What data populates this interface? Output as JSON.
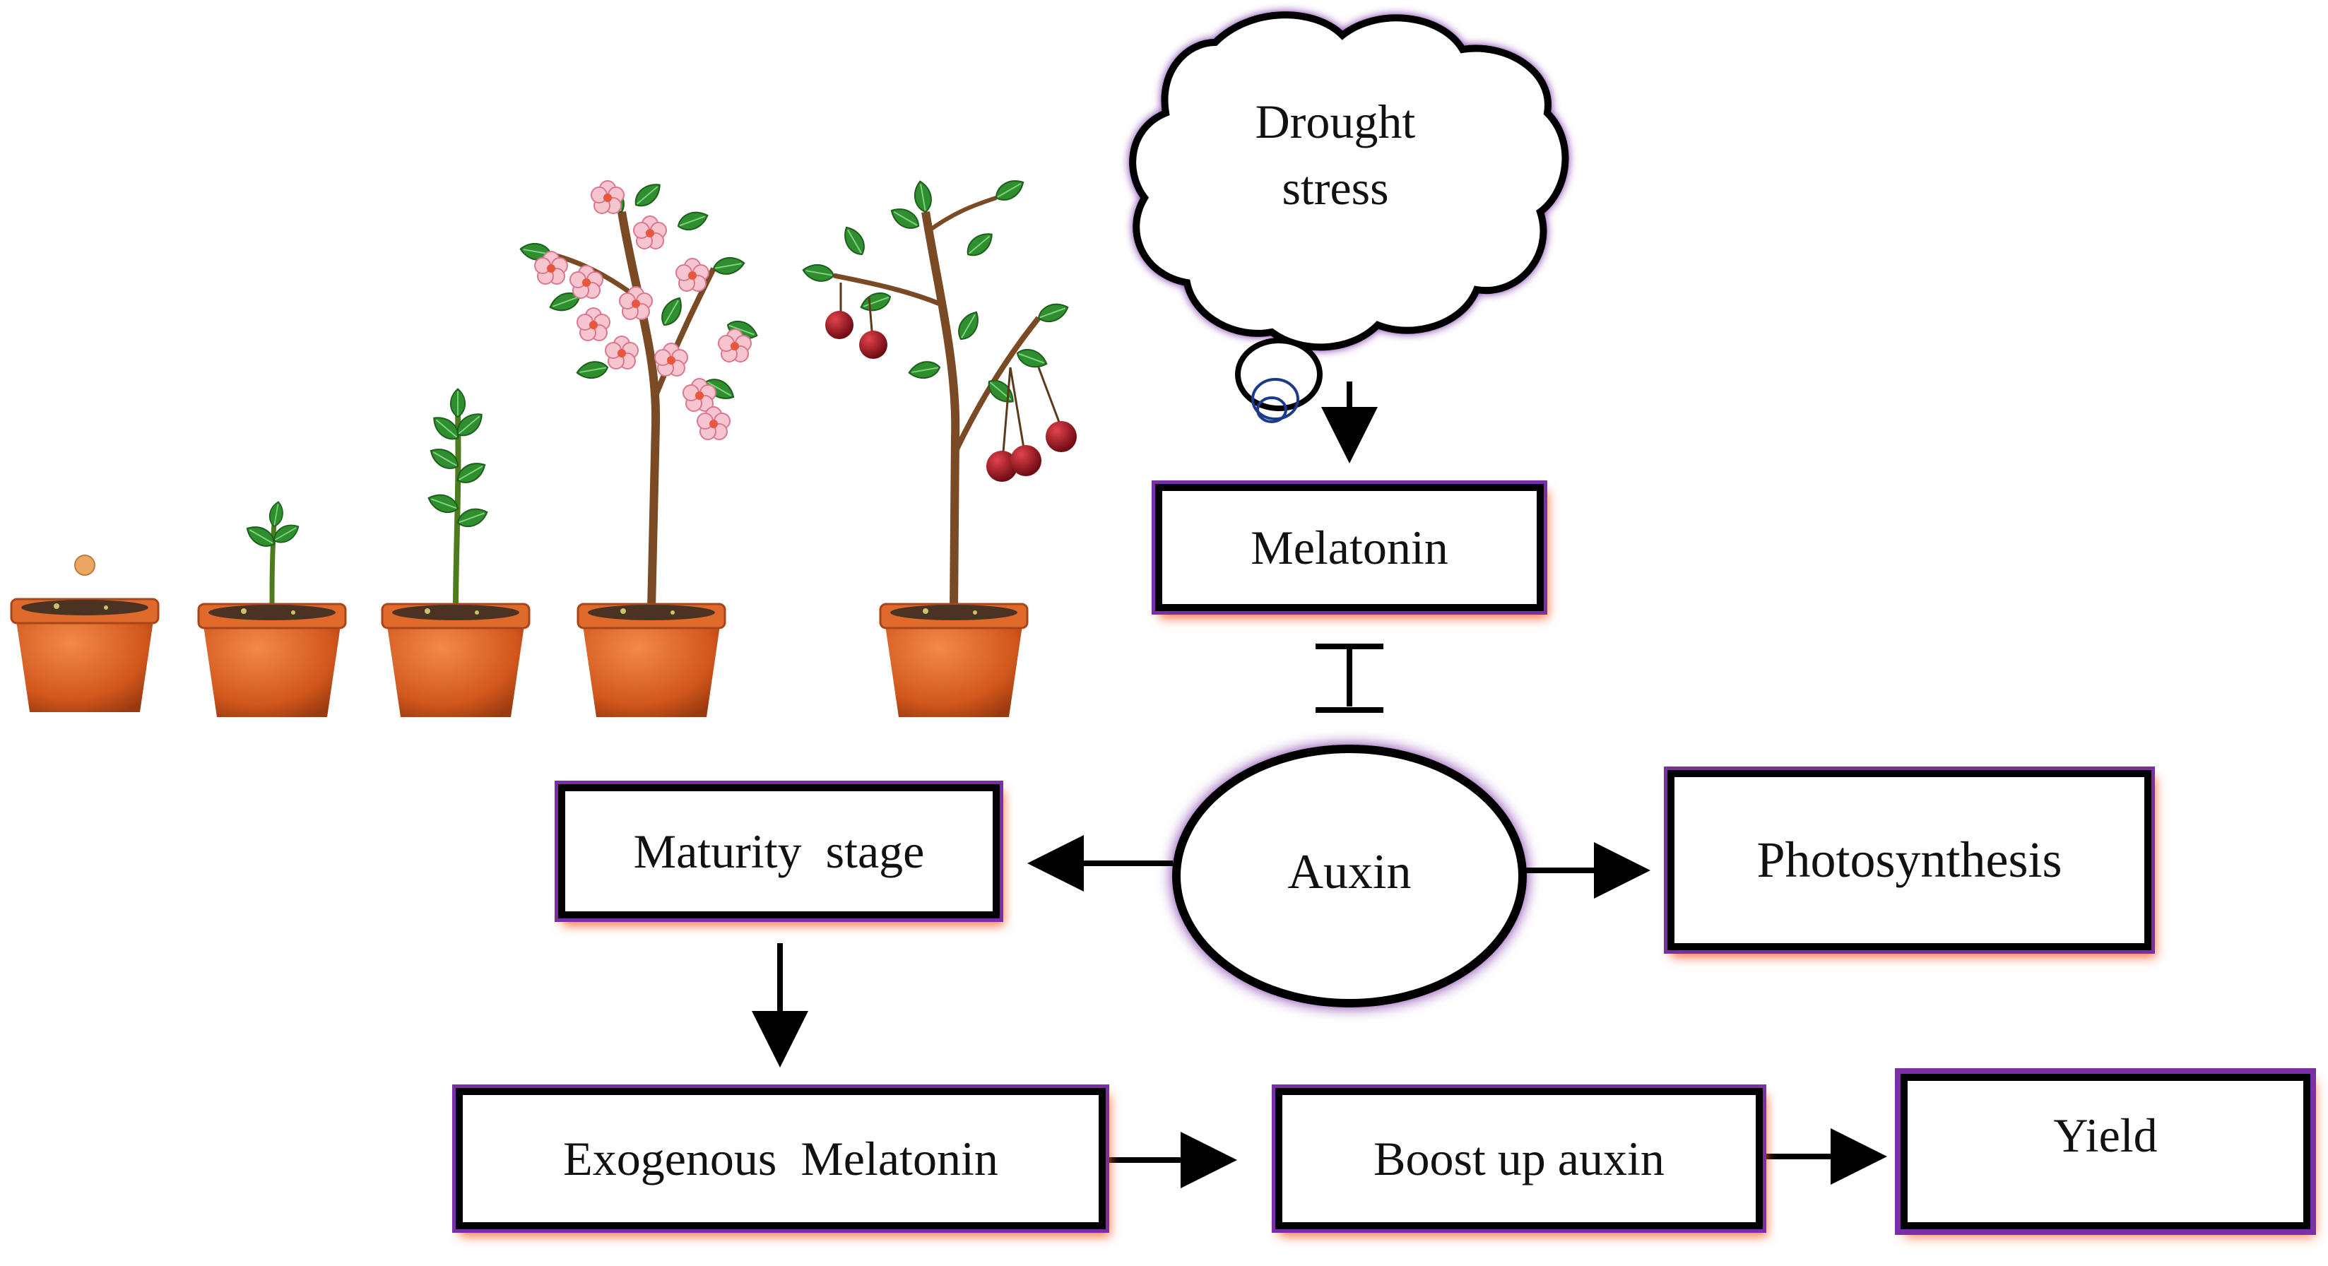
{
  "diagram": {
    "drought_stress": {
      "line1": "Drought",
      "line2": "stress"
    },
    "melatonin": "Melatonin",
    "auxin": "Auxin",
    "maturity_stage": "Maturity  stage",
    "photosynthesis": "Photosynthesis",
    "exogenous_melatonin": "Exogenous  Melatonin",
    "boost_up_auxin": "Boost up auxin",
    "yield": "Yield"
  },
  "illustration": {
    "stages": [
      "seed",
      "seedling",
      "young-plant",
      "flowering-tree",
      "fruiting-tree"
    ]
  },
  "colors": {
    "box_border": "#000000",
    "box_glow": "#7a2fa8",
    "box_shadow": "#ff5a28",
    "pot": "#d2571c",
    "leaf": "#2e8b2e",
    "flower": "#f6b7c3",
    "fruit": "#8e0d17"
  }
}
